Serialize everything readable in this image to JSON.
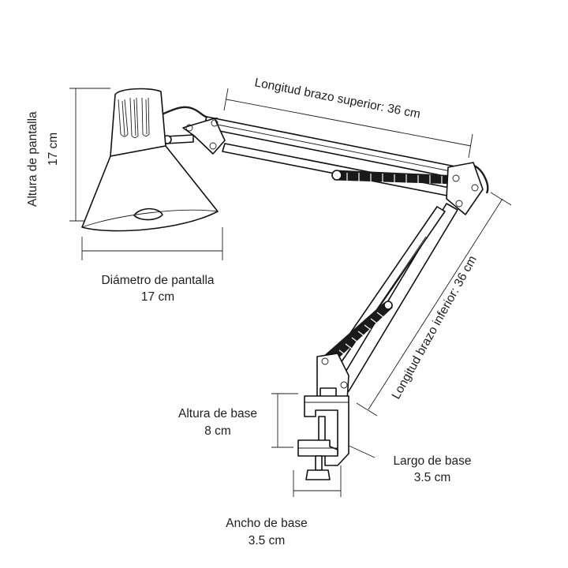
{
  "labels": {
    "upper_arm": "Longitud brazo superior: 36 cm",
    "lower_arm": "Longitud brazo inferior: 36 cm",
    "shade_height_title": "Altura de pantalla",
    "shade_height_value": "17 cm",
    "shade_diameter_title": "Diámetro de pantalla",
    "shade_diameter_value": "17 cm",
    "base_height_title": "Altura de base",
    "base_height_value": "8 cm",
    "base_length_title": "Largo de base",
    "base_length_value": "3.5 cm",
    "base_width_title": "Ancho de base",
    "base_width_value": "3.5 cm"
  }
}
